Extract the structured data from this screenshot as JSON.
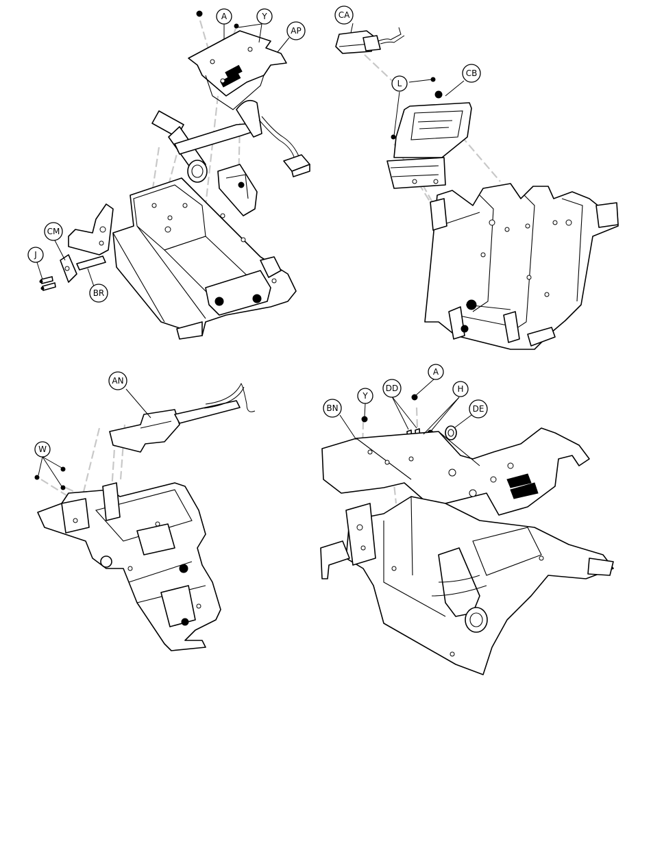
{
  "callouts": {
    "a_top": "A",
    "y_top": "Y",
    "ap": "AP",
    "ca": "CA",
    "l": "L",
    "cb": "CB",
    "cm": "CM",
    "j": "J",
    "br": "BR",
    "an": "AN",
    "w": "W",
    "a_bottom": "A",
    "y_bottom": "Y",
    "dd": "DD",
    "h": "H",
    "de": "DE",
    "bn": "BN"
  }
}
